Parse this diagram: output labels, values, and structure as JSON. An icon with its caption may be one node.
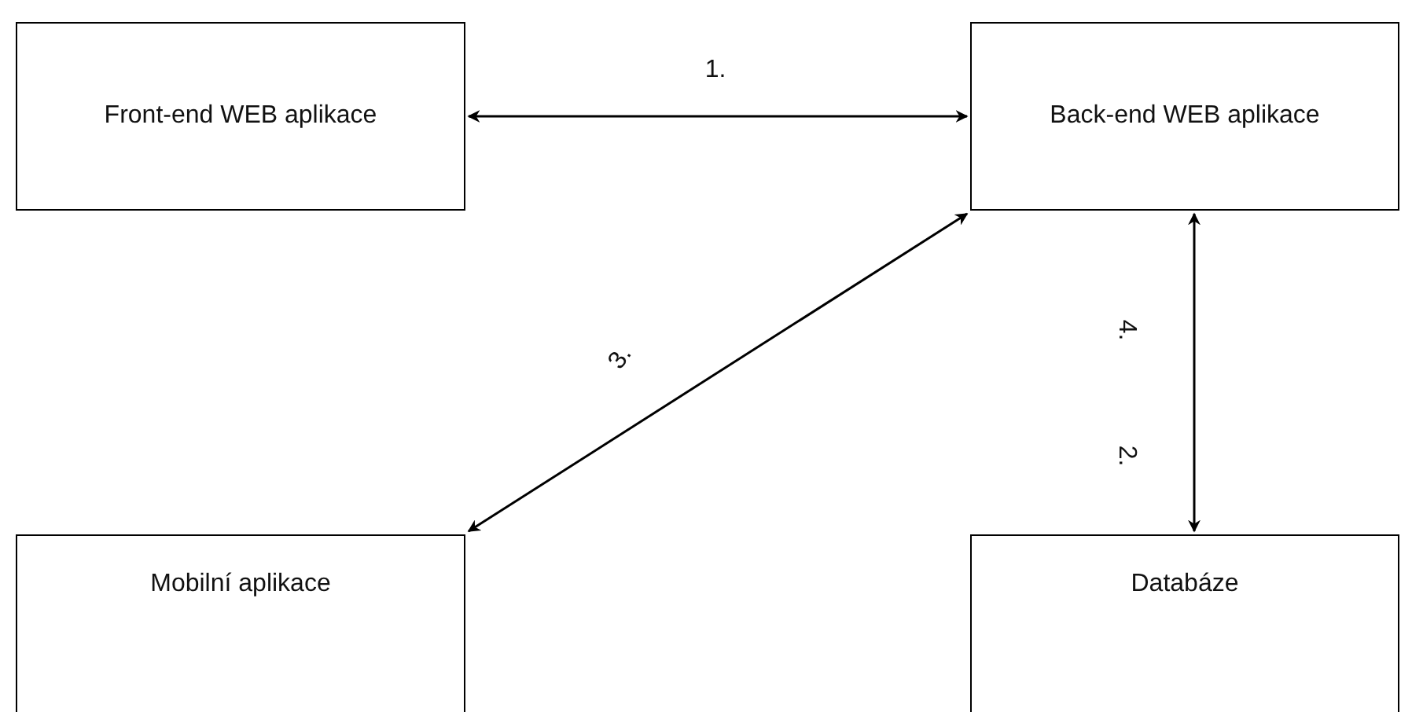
{
  "diagram": {
    "nodes": [
      {
        "text": [
          "Front-end WEB aplikace"
        ]
      },
      {
        "text": [
          "Back-end WEB aplikace"
        ]
      },
      {
        "text": [
          "Mobilní aplikace"
        ]
      },
      {
        "text": [
          "Databáze"
        ]
      }
    ],
    "edges": [
      {
        "from": 0,
        "to": 1,
        "arrow": "both",
        "label": "1."
      },
      {
        "from": 1,
        "to": 2,
        "arrow": "both",
        "label": "3."
      },
      {
        "from": 1,
        "to": 3,
        "arrow": "both",
        "label": "4."
      }
    ],
    "labels": [
      "2."
    ]
  }
}
